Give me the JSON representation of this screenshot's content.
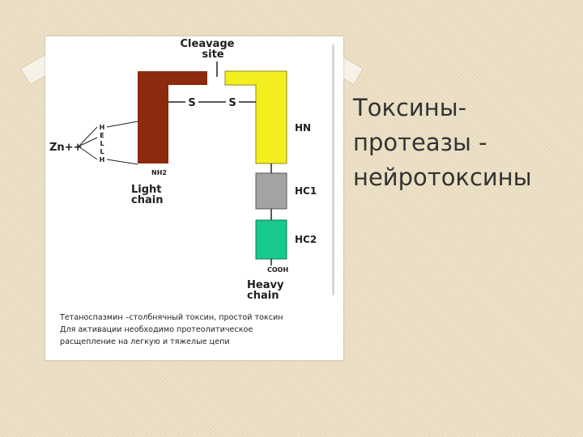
{
  "slide": {
    "title_lines": [
      "Токсины-",
      "протеазы -",
      "нейротоксины"
    ],
    "caption_lines": [
      "Тетаноспазмин –столбнячный токсин, простой токсин",
      "Для активации необходимо протеолитическое",
      "расщепление на легкую и тяжелые цепи"
    ]
  },
  "diagram": {
    "cleavage_label": [
      "Cleavage",
      "site"
    ],
    "disulfide_label": [
      "S",
      "S"
    ],
    "zinc_label": "Zn++",
    "motif_letters": [
      "H",
      "E",
      "L",
      "L",
      "H"
    ],
    "light_chain": {
      "terminus": "NH2",
      "label": [
        "Light",
        "chain"
      ],
      "color": "#8b2a0e"
    },
    "heavy_chain": {
      "label": [
        "Heavy",
        "chain"
      ],
      "terminus": "COOH",
      "domains": [
        {
          "name": "HN",
          "color": "#f5ee1e"
        },
        {
          "name": "HC1",
          "color": "#a3a3a3"
        },
        {
          "name": "HC2",
          "color": "#17c98c"
        }
      ]
    }
  }
}
